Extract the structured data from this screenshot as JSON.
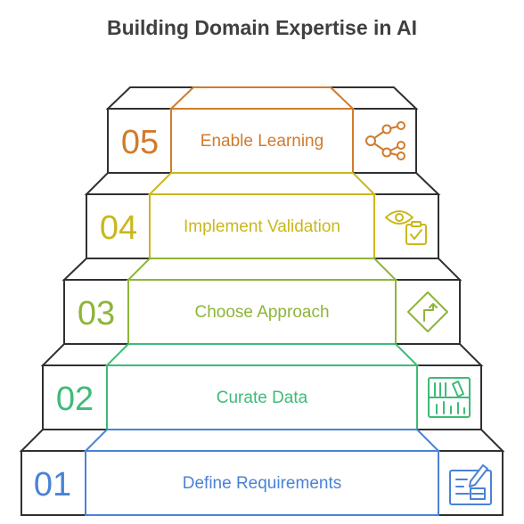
{
  "title": "Building Domain Expertise in AI",
  "steps": [
    {
      "number": "05",
      "label": "Enable Learning",
      "icon": "network-share-icon",
      "color": "#d07b2b"
    },
    {
      "number": "04",
      "label": "Implement Validation",
      "icon": "eye-clipboard-icon",
      "color": "#c9b81c"
    },
    {
      "number": "03",
      "label": "Choose Approach",
      "icon": "direction-sign-icon",
      "color": "#8db53a"
    },
    {
      "number": "02",
      "label": "Curate Data",
      "icon": "data-shelf-icon",
      "color": "#3dbb77"
    },
    {
      "number": "01",
      "label": "Define Requirements",
      "icon": "requirements-form-icon",
      "color": "#4a82d6"
    }
  ]
}
